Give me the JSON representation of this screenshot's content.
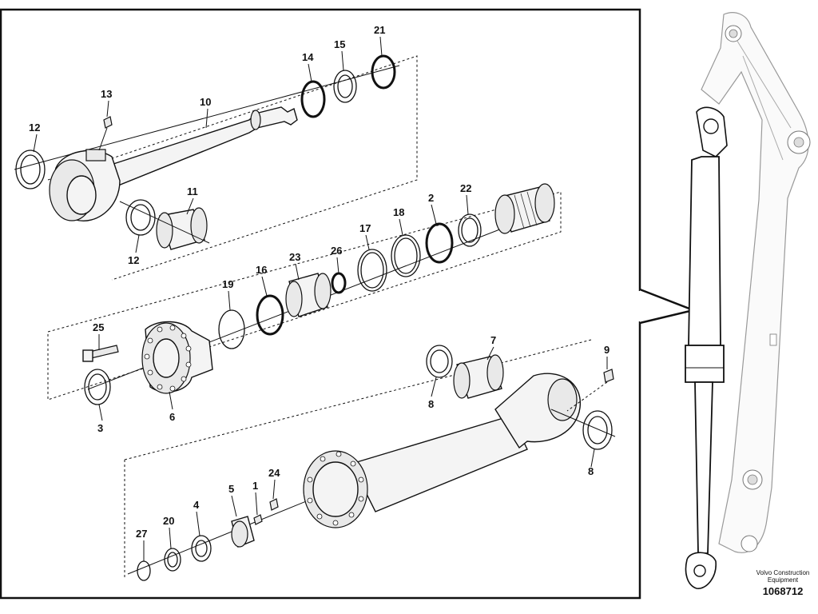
{
  "diagram": {
    "callouts": [
      "1",
      "2",
      "3",
      "4",
      "5",
      "6",
      "7",
      "8",
      "9",
      "10",
      "11",
      "12",
      "13",
      "14",
      "15",
      "16",
      "17",
      "18",
      "19",
      "20",
      "21",
      "22",
      "23",
      "24",
      "25",
      "26",
      "27"
    ]
  },
  "footer": {
    "company_line1": "Volvo Construction",
    "company_line2": "Equipment",
    "drawing_number": "1068712"
  }
}
